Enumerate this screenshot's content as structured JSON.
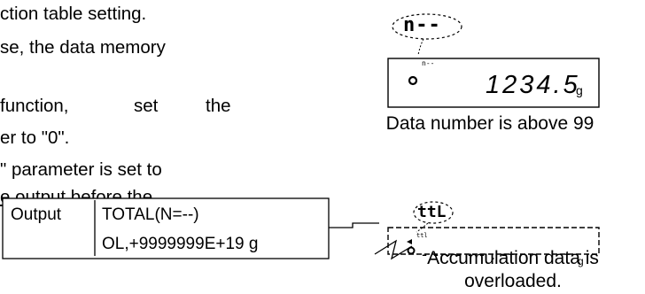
{
  "body_text": {
    "line1": "ction table setting.",
    "line2": "se, the data memory",
    "line3_a": "function,",
    "line3_b": "set",
    "line3_c": "the",
    "line4": "er to \"0\".",
    "line5": "\" parameter is set to",
    "line6": "e output before the"
  },
  "output_table": {
    "label": "Output",
    "row1": "TOTAL(N=--)",
    "row2": "OL,+9999999E+19 g"
  },
  "display_top": {
    "bubble": "n--",
    "indicator_marker": "n--",
    "value": "1234.5",
    "unit": "g",
    "caption": "Data number is above 99"
  },
  "display_bottom": {
    "bubble": "ttL",
    "indicator_marker": "ttl",
    "value": "- - - - - - . -",
    "unit": "g",
    "caption_line1": "Accumulation data is",
    "caption_line2": "overloaded."
  }
}
